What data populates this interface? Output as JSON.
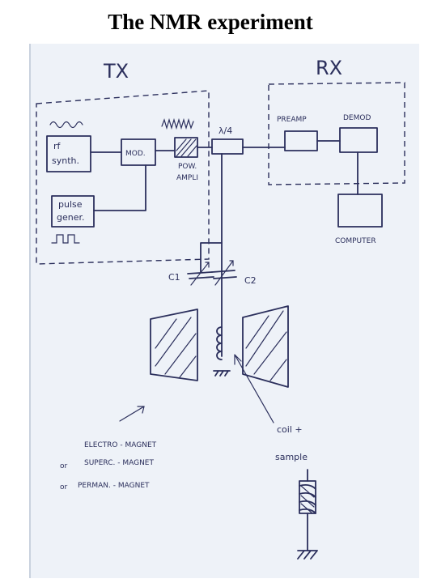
{
  "title": "The NMR experiment",
  "labels": {
    "tx": "TX",
    "rx": "RX",
    "rf_synth_1": "rf",
    "rf_synth_2": "synth.",
    "mod": "MOD.",
    "pow_ampli_1": "POW.",
    "pow_ampli_2": "AMPLI",
    "lambda4": "λ/4",
    "preamp": "PREAMP",
    "demod": "DEMOD",
    "pulse_gener_1": "pulse",
    "pulse_gener_2": "gener.",
    "computer": "COMPUTER",
    "c1": "C1",
    "c2": "C2",
    "magnet_1": "ELECTRO - MAGNET",
    "magnet_2_prefix": "or",
    "magnet_2": "SUPERC. - MAGNET",
    "magnet_3_prefix": "or",
    "magnet_3": "PERMAN. - MAGNET",
    "coil_1": "coil +",
    "coil_2": "sample"
  }
}
